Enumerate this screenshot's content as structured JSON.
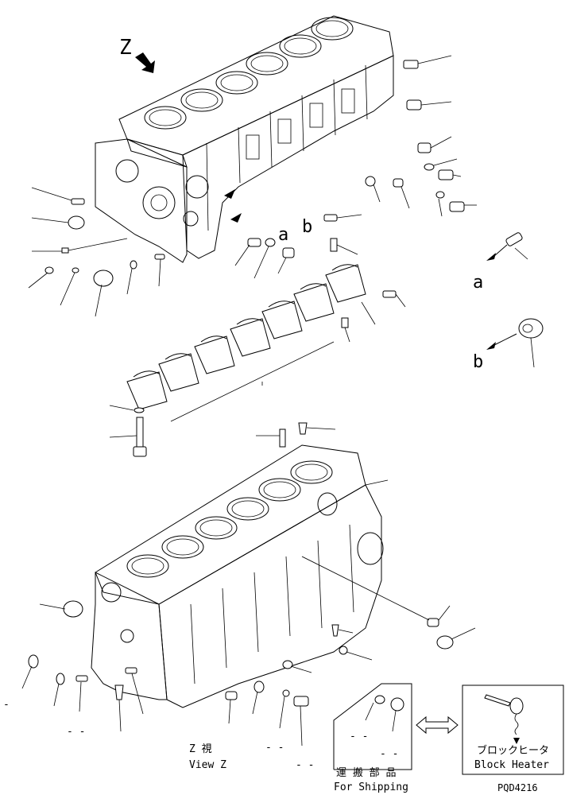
{
  "labels": {
    "z_marker": "Z",
    "detail_a_ref": "a",
    "detail_b_ref": "b",
    "detail_a": "a",
    "detail_b": "b",
    "view_z_jp": "Z 視",
    "view_z_en": "View Z",
    "shipping_jp": "運 搬 部 品",
    "shipping_en": "For Shipping",
    "heater_jp": "ブロックヒータ",
    "heater_en": "Block Heater",
    "drawing_code": "PQD4216",
    "dash_1": "-",
    "dash_2": "- -",
    "dash_3": "- -",
    "dash_4": "- -",
    "dash_5": "- -",
    "dash_6": "- -"
  },
  "icons": {
    "direction_arrow": "arrow-down-right-icon",
    "exchange_arrow": "double-arrow-icon"
  }
}
